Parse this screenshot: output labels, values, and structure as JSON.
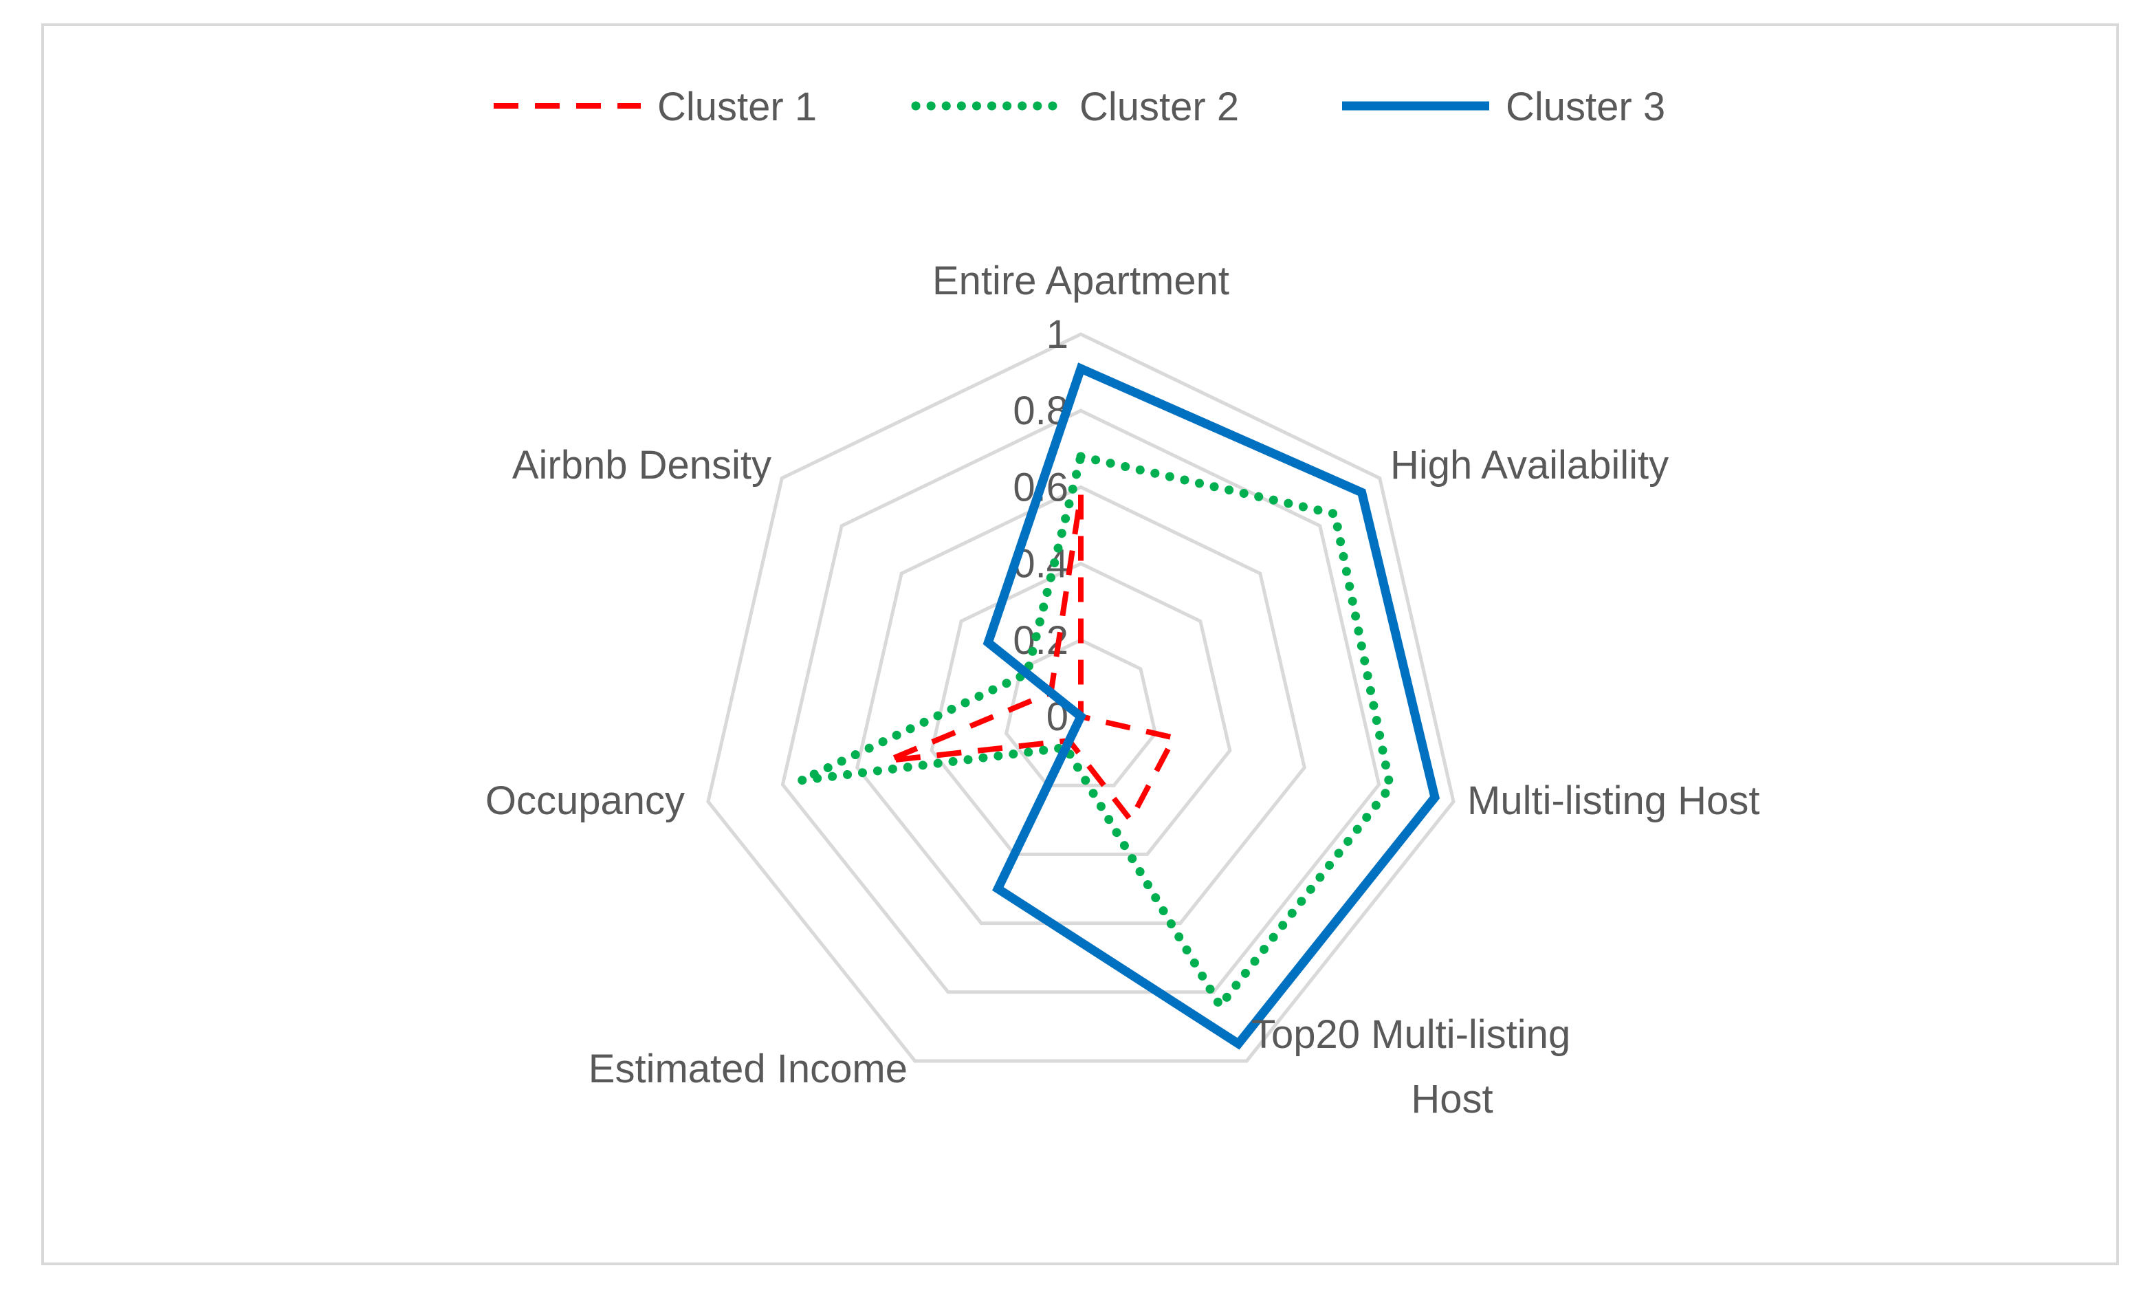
{
  "chart_data": {
    "type": "radar",
    "title": "",
    "axes": [
      "Entire Apartment",
      "High Availability",
      "Multi-listing Host",
      "Top20 Multi-listing Host",
      "Estimated Income",
      "Occupancy",
      "Airbnb Density"
    ],
    "axis_label_lines": [
      [
        "Entire Apartment"
      ],
      [
        "High Availability"
      ],
      [
        "Multi-listing Host"
      ],
      [
        "Top20 Multi-listing",
        "Host"
      ],
      [
        "Estimated Income"
      ],
      [
        "Occupancy"
      ],
      [
        "Airbnb Density"
      ]
    ],
    "ticks": [
      "0",
      "0.2",
      "0.4",
      "0.6",
      "0.8",
      "1"
    ],
    "tick_values": [
      0,
      0.2,
      0.4,
      0.6,
      0.8,
      1
    ],
    "range": [
      0,
      1
    ],
    "grid": true,
    "legend_position": "top",
    "series": [
      {
        "name": "Cluster 1",
        "color": "#ff0000",
        "style": "dashed",
        "values": [
          0.58,
          0.0,
          0.25,
          0.3,
          0.07,
          0.52,
          0.1
        ]
      },
      {
        "name": "Cluster 2",
        "color": "#00b050",
        "style": "dotted",
        "values": [
          0.68,
          0.85,
          0.83,
          0.84,
          0.09,
          0.75,
          0.18
        ]
      },
      {
        "name": "Cluster 3",
        "color": "#0070c0",
        "style": "solid",
        "values": [
          0.91,
          0.94,
          0.95,
          0.95,
          0.5,
          0.0,
          0.31
        ]
      }
    ]
  }
}
